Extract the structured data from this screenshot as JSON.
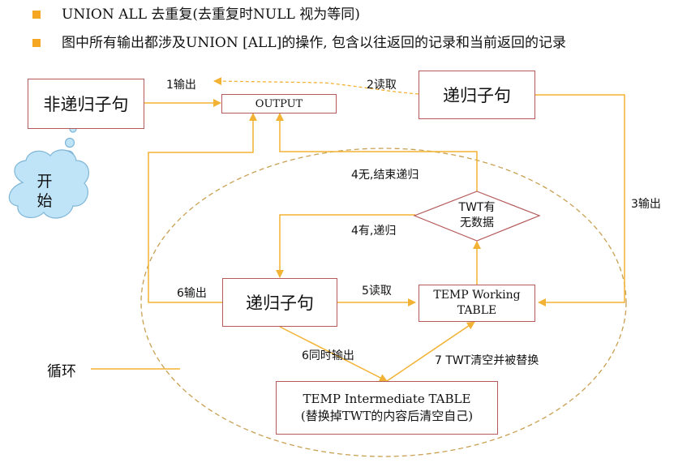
{
  "bullets": [
    "UNION ALL  去重复(去重复时NULL 视为等同)",
    "图中所有输出都涉及UNION [ALL]的操作, 包含以往返回的记录和当前返回的记录"
  ],
  "nodes": {
    "non_recursive": "非递归子句",
    "output": "OUTPUT",
    "recursive_top": "递归子句",
    "recursive_loop": "递归子句",
    "twt_decision_line1": "TWT有",
    "twt_decision_line2": "无数据",
    "temp_working_line1": "TEMP Working",
    "temp_working_line2": "TABLE",
    "temp_intermediate_line1": "TEMP Intermediate  TABLE",
    "temp_intermediate_line2": "(替换掉TWT的内容后清空自己)",
    "start_line1": "开",
    "start_line2": "始",
    "loop_label": "循环"
  },
  "edge_labels": {
    "e1": "1输出",
    "e2": "2读取",
    "e3": "3输出",
    "e4_end": "4无,结束递归",
    "e4_recur": "4有,递归",
    "e5": "5读取",
    "e6_out": "6输出",
    "e6_sync": "6同时输出",
    "e7": "7 TWT清空并被替换"
  },
  "colors": {
    "arrow": "#f2b233",
    "box_border": "#b55a5a",
    "bullet": "#f5a623",
    "cloud_fill": "#bfe3f7",
    "cloud_stroke": "#7fb6d6"
  }
}
